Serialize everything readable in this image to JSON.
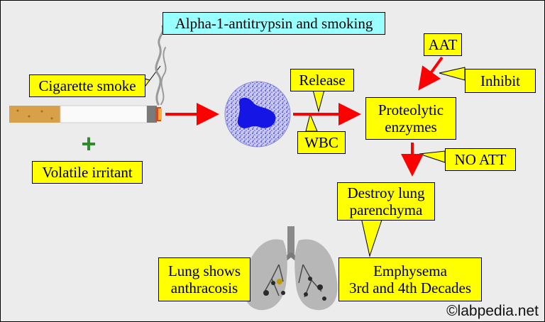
{
  "title": "Alpha-1-antitrypsin and smoking",
  "labels": {
    "cigarette_smoke": "Cigarette smoke",
    "plus": "+",
    "volatile_irritant": "Volatile irritant",
    "release": "Release",
    "wbc": "WBC",
    "aat": "AAT",
    "inhibit": "Inhibit",
    "proteolytic_enzymes": "Proteolytic\nenzymes",
    "no_att": "NO ATT",
    "destroy_lung": "Destroy lung\nparenchyma",
    "emphysema": "Emphysema\n3rd and 4th Decades",
    "lung_anthracosis": "Lung shows\nanthracosis"
  },
  "credit": "©labpedia.net",
  "colors": {
    "callout_fill": "#ffff00",
    "title_fill": "#99ffff",
    "arrow": "#ff0000",
    "wbc_cell": "#3a3ad0",
    "plus": "#2e8b2e"
  },
  "icons": [
    "cigarette-icon",
    "smoke-icon",
    "wbc-cell-icon",
    "lungs-icon"
  ]
}
